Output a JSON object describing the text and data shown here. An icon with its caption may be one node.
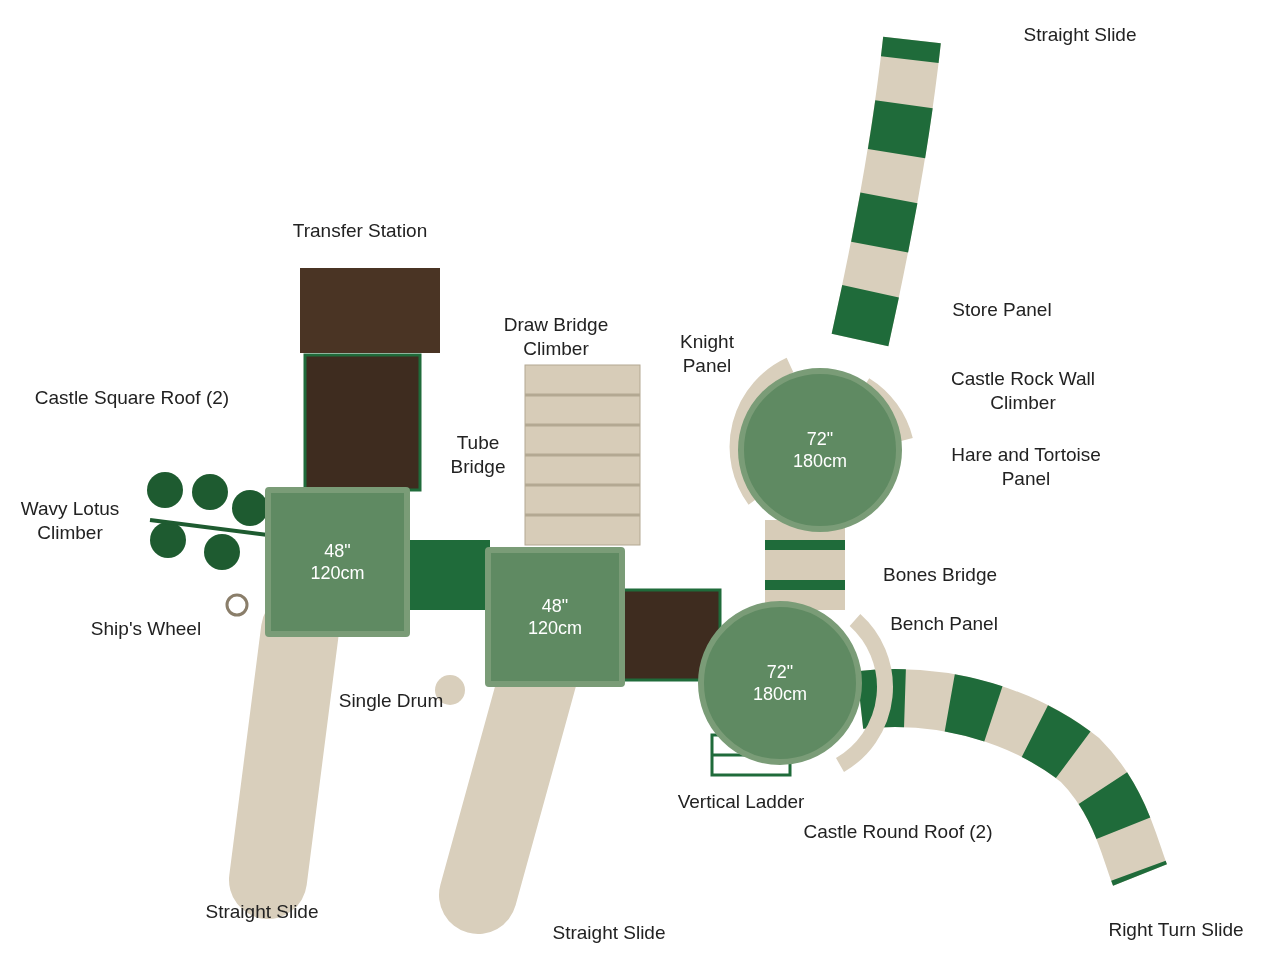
{
  "diagram": {
    "nodes": [
      {
        "text": [
          "72\" 180cm"
        ]
      },
      {
        "text": [
          "48\" 120cm"
        ]
      },
      {
        "text": [
          "48\" 120cm"
        ]
      },
      {
        "text": [
          "72\" 180cm"
        ]
      }
    ],
    "labels": [
      "Straight Slide",
      "Transfer Station",
      "Store Panel",
      "Draw Bridge Climber",
      "Knight Panel",
      "Castle Rock Wall Climber",
      "Castle Square Roof (2)",
      "Tube Bridge",
      "Hare and Tortoise Panel",
      "Wavy Lotus Climber",
      "Bones Bridge",
      "Bench Panel",
      "Ship's Wheel",
      "Single Drum",
      "Vertical Ladder",
      "Castle Round Roof (2)",
      "Straight Slide",
      "Right Turn Slide",
      "Straight Slide"
    ]
  }
}
